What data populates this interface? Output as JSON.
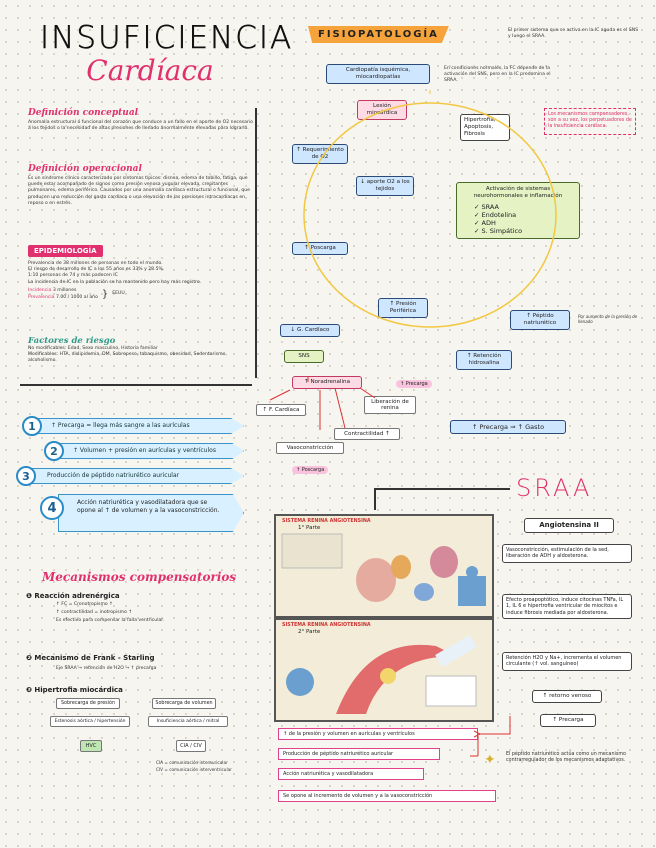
{
  "title": {
    "line1": "INSUFICIENCIA",
    "line2": "Cardíaca"
  },
  "definicion_conceptual": {
    "heading": "Definición conceptual",
    "body": "Anomalía estructural ó funcional del corazón que conduce a un fallo en el aporte de O2 necesario a los tejidos o la necesidad de altas presiones de llenado anormalmente elevadas para lograrlo."
  },
  "definicion_operacional": {
    "heading": "Definición operacional",
    "body": "Es un síndrome clínico caracterizado por síntomas típicos: disnea, edema de tobillo, fatiga, que puede estar acompañado de signos como presión venosa yugular elevada, crepitantes pulmonares, edema periférico. Causados por una anomalía cardíaca estructural o funcional, que producen una reducción del gasto cardíaco o una elevación de las presiones intracardíacas en reposo o en estrés."
  },
  "epidemiologia": {
    "heading": "EPIDEMIOLOGÍA",
    "items": [
      "Prevalencia de 38 millones de personas en todo el mundo.",
      "El riesgo de desarrollo de IC a los 55 años es 33% y 28.5%.",
      "1:10 personas de 74 y más padecen IC",
      "La incidencia de IC en la población se ha mantenido pero hay más registro."
    ],
    "incidence_label1": "Incidencia",
    "incidence_val1": "3 millones",
    "incidence_label2": "Prevalencia",
    "incidence_val2": "7.00 / 1000 al año",
    "incidence_tag": "EEUU"
  },
  "factores": {
    "heading": "Factores de riesgo",
    "line1": "No modificables: Edad, Sexo masculino, Historia familiar",
    "line2": "Modificables: HTA, dislipidemia, DM, Sobrepeso, tabaquismo, obesidad, Sedentarismo, alcoholismo."
  },
  "fisiopatologia": {
    "heading": "FISIOPATOLOGÍA",
    "note1": "El primer sistema que se activa en la IC aguda es el SNS y luego el SRAA.",
    "note2": "En condiciones normales, la FC depende de la activación del SNS, pero en la IC predomina el SRAA.",
    "box_cardiopatia": "Cardiopatía isquémica, miocardiopatías",
    "box_lesion": "Lesión miocárdica",
    "box_hipertrofia": "Hipertrofia, Apoptosis, Fibrosis",
    "mecanismos_note": "Los mecanismos compensadores, son a su vez, los perpetuadores de la insuficiencia cardíaca",
    "box_requerimiento": "↑ Requerimiento de O2",
    "box_aporte": "↓ aporte O2 a los tejidos",
    "box_activacion": "Activación de sistemas neurohormonales e inflamación",
    "activacion_items": [
      "✓ SRAA",
      "✓ Endotelina",
      "✓ ADH",
      "✓ S. Simpático"
    ],
    "box_poscarga": "↑ Poscarga",
    "box_presion": "↑ Presión Periférica",
    "box_peptido": "↑ Péptido natriurético",
    "peptido_note": "Por aumento de la presión de llenado",
    "box_retencion": "↑ Retención hidrosalina",
    "box_gc": "↓ G. Cardíaco",
    "box_sns": "SNS",
    "box_noradrenalina": "↑ Noradrenalina",
    "box_precarga_tag": "↑ Precarga",
    "box_fc": "↑ F. Cardíaca",
    "box_renina": "Liberación de renina",
    "box_contractilidad": "Contractilidad ↑",
    "box_vaso": "Vasoconstricción",
    "box_poscarga2": "↑ Poscarga",
    "box_precarga_gasto": "↑ Precarga ⇒ ↑ Gasto"
  },
  "pasos": [
    {
      "num": "1",
      "text": "↑ Precarga = llega más sangre a las aurículas"
    },
    {
      "num": "2",
      "text": "↑ Volumen + presión en aurículas y ventrículos"
    },
    {
      "num": "3",
      "text": "Producción de péptido natriurético auricular"
    },
    {
      "num": "4",
      "text": "Acción natriurética y vasodilatadora que se opone al ↑ de volumen y a la vasoconstricción."
    }
  ],
  "mecanismos": {
    "heading": "Mecanismos compensatorios",
    "m1_title": "Reacción adrenérgica",
    "m1_lines": [
      "↑ FC = Cronotropismo ↑",
      "↑ contractilidad = inotropismo ↑",
      "Es efectivo para compensar la falla ventricular."
    ],
    "m2_title": "Mecanismo de Frank - Starling",
    "m2_line": "Eje SRAA → retención de H2O → ↑ precarga",
    "m3_title": "Hipertrofia miocárdica",
    "m3_boxes": [
      "Sobrecarga de presión",
      "Sobrecarga de volumen",
      "Estenosis aórtica / hipertensión",
      "Insuficiencia aórtica / mitral",
      "HVC",
      "CIA / CIV"
    ],
    "m3_legend1": "CIA = comunicación interauricular",
    "m3_legend2": "CIV = comunicación interventricular"
  },
  "sraa": {
    "heading": "SRAA",
    "angiotensina": "Angiotensina II",
    "effect1": "Vasoconstricción, estimulación de la sed, liberación de ADH y aldosterona.",
    "effect2": "Efecto proapoptótico, induce citocinas TNFa, IL 1, IL 6 e hipertrofia ventricular de miocitos e induce fibrosis mediada por aldosterona.",
    "effect3": "Retención H2O y Na+, incrementa el volumen circulante (↑ vol. sanguíneo)",
    "retorno": "↑ retorno venoso",
    "precarga": "↑ Precarga",
    "panel1_title": "SISTEMA RENINA ANGIOTENSINA",
    "panel1_sub": "1° Parte",
    "panel2_title": "SISTEMA RENINA ANGIOTENSINA",
    "panel2_sub": "2° Parte"
  },
  "bottom": {
    "steps": [
      "↑ de la presión y volumen en aurículas y ventrículos",
      "Producción de péptido natriurético auricular",
      "Acción natriurética y vasodilatadora",
      "Se opone al incremento de volumen y a la vasoconstricción"
    ],
    "note": "El péptido natriurético actúa como un mecanismo contrarregulador de los mecanismos adaptativos."
  },
  "colors": {
    "pink": "#e0306e",
    "blue": "#2a8bc9",
    "yellow": "#f2c842",
    "orange": "#f5a33a"
  }
}
